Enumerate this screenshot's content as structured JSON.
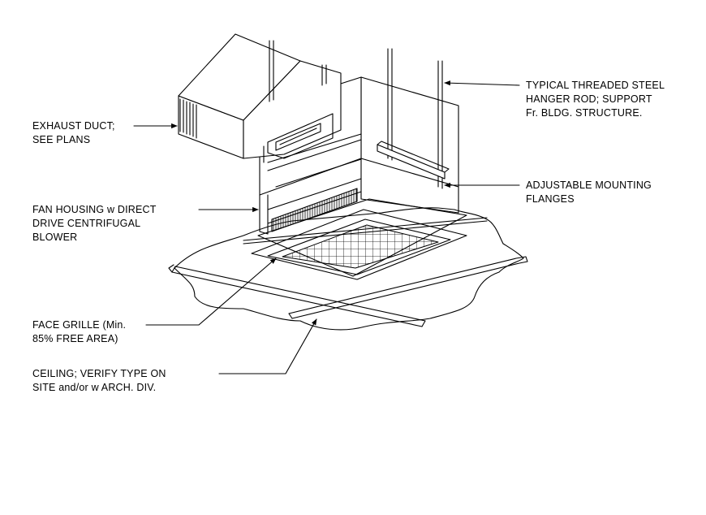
{
  "labels": {
    "hanger_rod": [
      "TYPICAL THREADED STEEL",
      "HANGER ROD; SUPPORT",
      "Fr. BLDG. STRUCTURE."
    ],
    "exhaust_duct": [
      "EXHAUST DUCT;",
      "SEE PLANS"
    ],
    "mounting_flanges": [
      "ADJUSTABLE MOUNTING",
      "FLANGES"
    ],
    "fan_housing": [
      "FAN HOUSING w DIRECT",
      "DRIVE CENTRIFUGAL",
      "BLOWER"
    ],
    "face_grille": [
      "FACE GRILLE (Min.",
      "85% FREE AREA)"
    ],
    "ceiling": [
      "CEILING; VERIFY TYPE ON",
      "SITE and/or w ARCH. DIV."
    ]
  }
}
